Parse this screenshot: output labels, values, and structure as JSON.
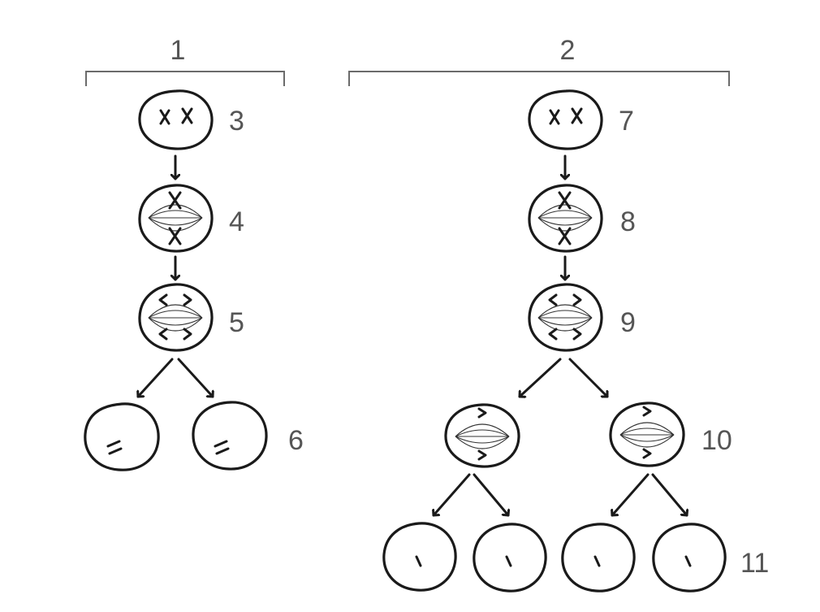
{
  "labels": {
    "group_mitosis": "1",
    "group_meiosis": "2",
    "mitosis_interphase": "3",
    "mitosis_metaphase": "4",
    "mitosis_anaphase": "5",
    "mitosis_daughters": "6",
    "meiosis_interphase": "7",
    "meiosis_metaphase1": "8",
    "meiosis_anaphase1": "9",
    "meiosis_metaphase2": "10",
    "meiosis_gametes": "11"
  },
  "colors": {
    "ink": "#1a1a1a",
    "label": "#555555",
    "bracket": "#6b6b6b",
    "background": "#ffffff"
  }
}
